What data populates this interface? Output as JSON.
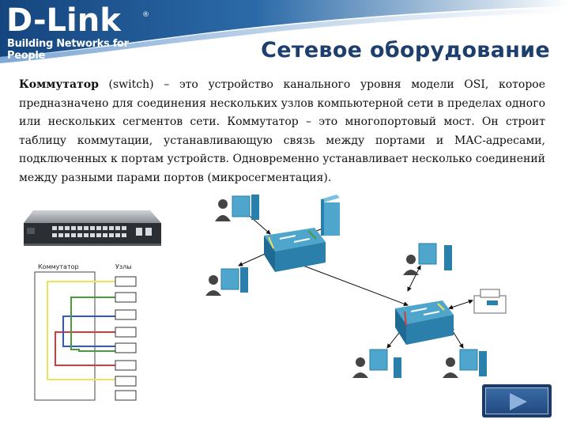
{
  "header": {
    "brand": "D-Link",
    "registered_mark": "®",
    "tagline": "Building Networks for People",
    "colors": {
      "bar_dark": "#1b4f8a",
      "bar_light": "#8fb3da",
      "title": "#1c3f6e"
    }
  },
  "title": "Сетевое оборудование",
  "paragraph": {
    "term": "Коммутатор",
    "text": " (switch) – это устройство канального уровня модели OSI, которое предназначено для соединения нескольких узлов компьютерной сети в пределах одного или нескольких сегментов сети.  Коммутатор – это многопортовый мост. Он строит таблицу коммутации, устанавливающую связь между портами и MAC-адресами, подключенных к портам устройств. Одновременно устанавливает несколько соединений между разными парами портов (микросегментация)."
  },
  "diagram": {
    "switch_label": "Коммутатор",
    "nodes_label": "Узлы",
    "link_colors": [
      "#f0e25a",
      "#d83a3a",
      "#2f57c9",
      "#4a9b3c"
    ]
  },
  "network_icons": [
    "user-icon",
    "server-icon",
    "switch-icon",
    "printer-icon",
    "computer-icon"
  ],
  "navigation": {
    "next_icon": "play-arrow-icon"
  }
}
